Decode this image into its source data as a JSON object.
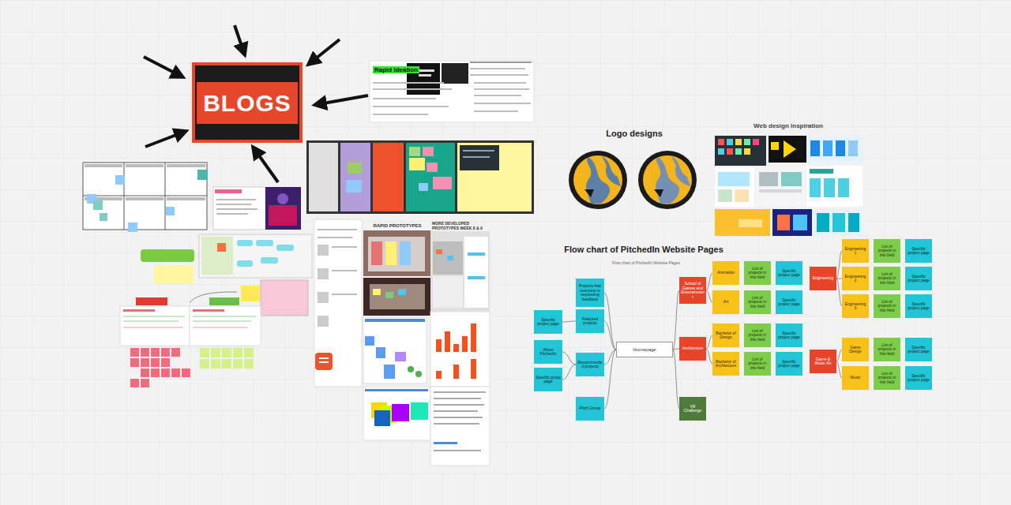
{
  "diagram": {
    "title": "Flow chart of PitchedIn Website Pages",
    "nodes": [
      {
        "text": [
          "BLOGS"
        ]
      },
      {
        "text": [
          "Homepage"
        ]
      },
      {
        "text": [
          "Projects that everyone is requesting feedback"
        ]
      },
      {
        "text": [
          "Featured projects"
        ]
      },
      {
        "text": [
          "Recommended projects"
        ]
      },
      {
        "text": [
          "Pitch Group"
        ]
      },
      {
        "text": [
          "Specific project page"
        ]
      },
      {
        "text": [
          "About PitchedIn"
        ]
      },
      {
        "text": [
          "Specific group page"
        ]
      },
      {
        "text": [
          "School of Games and Entertainment"
        ]
      },
      {
        "text": [
          "Architecture"
        ]
      },
      {
        "text": [
          "VR Challenge"
        ]
      },
      {
        "text": [
          "Animation"
        ]
      },
      {
        "text": [
          "List of projects in this field"
        ]
      },
      {
        "text": [
          "Specific project page"
        ]
      },
      {
        "text": [
          "Art"
        ]
      },
      {
        "text": [
          "List of projects in this field"
        ]
      },
      {
        "text": [
          "Specific project page"
        ]
      },
      {
        "text": [
          "Bachelor of Design"
        ]
      },
      {
        "text": [
          "List of projects in this field"
        ]
      },
      {
        "text": [
          "Specific project page"
        ]
      },
      {
        "text": [
          "Bachelor of Architecture"
        ]
      },
      {
        "text": [
          "List of projects in this field"
        ]
      },
      {
        "text": [
          "Specific project page"
        ]
      },
      {
        "text": [
          "Engineering"
        ]
      },
      {
        "text": [
          "Engineering 1"
        ]
      },
      {
        "text": [
          "List of projects in this field"
        ]
      },
      {
        "text": [
          "Specific project page"
        ]
      },
      {
        "text": [
          "Engineering 2"
        ]
      },
      {
        "text": [
          "List of projects in this field"
        ]
      },
      {
        "text": [
          "Specific project page"
        ]
      },
      {
        "text": [
          "Engineering 3"
        ]
      },
      {
        "text": [
          "List of projects in this field"
        ]
      },
      {
        "text": [
          "Specific project page"
        ]
      },
      {
        "text": [
          "Game & Music Art"
        ]
      },
      {
        "text": [
          "Game Design"
        ]
      },
      {
        "text": [
          "List of projects in this field"
        ]
      },
      {
        "text": [
          "Specific project page"
        ]
      },
      {
        "text": [
          "Music"
        ]
      },
      {
        "text": [
          "List of projects in this field"
        ]
      },
      {
        "text": [
          "Specific project page"
        ]
      }
    ],
    "edges": [
      {
        "from": 1,
        "to": 2,
        "arrow": "none"
      },
      {
        "from": 1,
        "to": 3,
        "arrow": "none"
      },
      {
        "from": 1,
        "to": 4,
        "arrow": "none"
      },
      {
        "from": 1,
        "to": 5,
        "arrow": "none"
      },
      {
        "from": 3,
        "to": 6,
        "arrow": "none"
      },
      {
        "from": 4,
        "to": 7,
        "arrow": "none"
      },
      {
        "from": 4,
        "to": 8,
        "arrow": "none"
      },
      {
        "from": 1,
        "to": 9,
        "arrow": "none"
      },
      {
        "from": 1,
        "to": 10,
        "arrow": "none"
      },
      {
        "from": 1,
        "to": 11,
        "arrow": "none"
      },
      {
        "from": 9,
        "to": 12,
        "arrow": "none"
      },
      {
        "from": 9,
        "to": 15,
        "arrow": "none"
      },
      {
        "from": 10,
        "to": 18,
        "arrow": "none"
      },
      {
        "from": 10,
        "to": 21,
        "arrow": "none"
      },
      {
        "from": 24,
        "to": 25,
        "arrow": "none"
      },
      {
        "from": 24,
        "to": 28,
        "arrow": "none"
      },
      {
        "from": 24,
        "to": 31,
        "arrow": "none"
      },
      {
        "from": 34,
        "to": 35,
        "arrow": "none"
      },
      {
        "from": 34,
        "to": 38,
        "arrow": "none"
      }
    ],
    "labels": [
      "Rapid Ideation",
      "Logo designs",
      "Web design inspiration",
      "Flow chart of PitchedIn Website Pages",
      "RAPID PROTOTYPES",
      "MORE DEVELOPED PROTOTYPES WEEK 8 & 9"
    ]
  }
}
